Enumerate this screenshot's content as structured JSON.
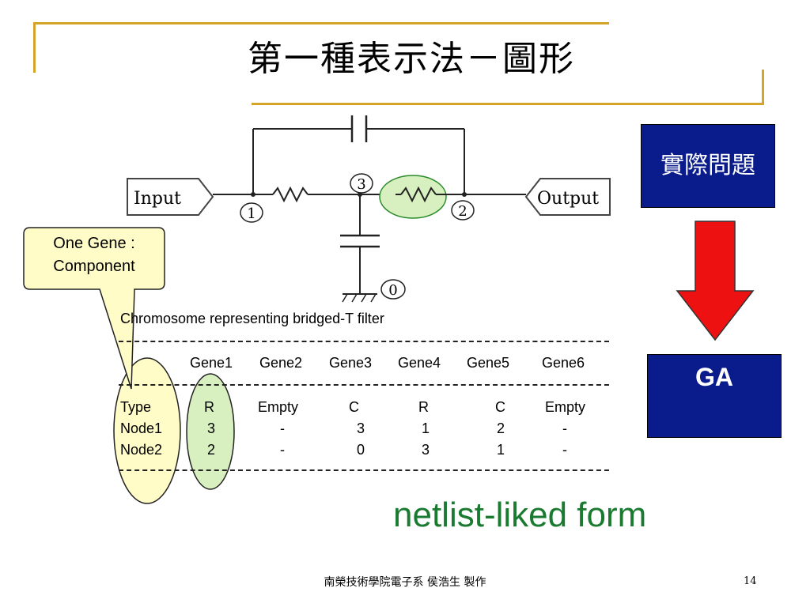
{
  "slide": {
    "title": "第一種表示法－圖形",
    "footer": "南榮技術學院電子系  侯浩生  製作",
    "page_number": "14"
  },
  "circuit": {
    "input_label": "Input",
    "output_label": "Output",
    "nodes": [
      "1",
      "2",
      "3",
      "0"
    ]
  },
  "callout": {
    "text_line1": "One Gene :",
    "text_line2": "Component"
  },
  "side_boxes": {
    "problem_label": "實際問題",
    "ga_label": "GA",
    "box_color": "#0a1c8c",
    "arrow_color": "#ee1111"
  },
  "chromosome": {
    "title": "Chromosome representing bridged-T filter",
    "headers": [
      "Gene1",
      "Gene2",
      "Gene3",
      "Gene4",
      "Gene5",
      "Gene6"
    ],
    "rows": [
      {
        "label": "Type",
        "values": [
          "R",
          "Empty",
          "C",
          "R",
          "C",
          "Empty"
        ]
      },
      {
        "label": "Node1",
        "values": [
          "3",
          "-",
          "3",
          "1",
          "2",
          "-"
        ]
      },
      {
        "label": "Node2",
        "values": [
          "2",
          "-",
          "0",
          "3",
          "1",
          "-"
        ]
      }
    ]
  },
  "caption": "netlist-liked form"
}
